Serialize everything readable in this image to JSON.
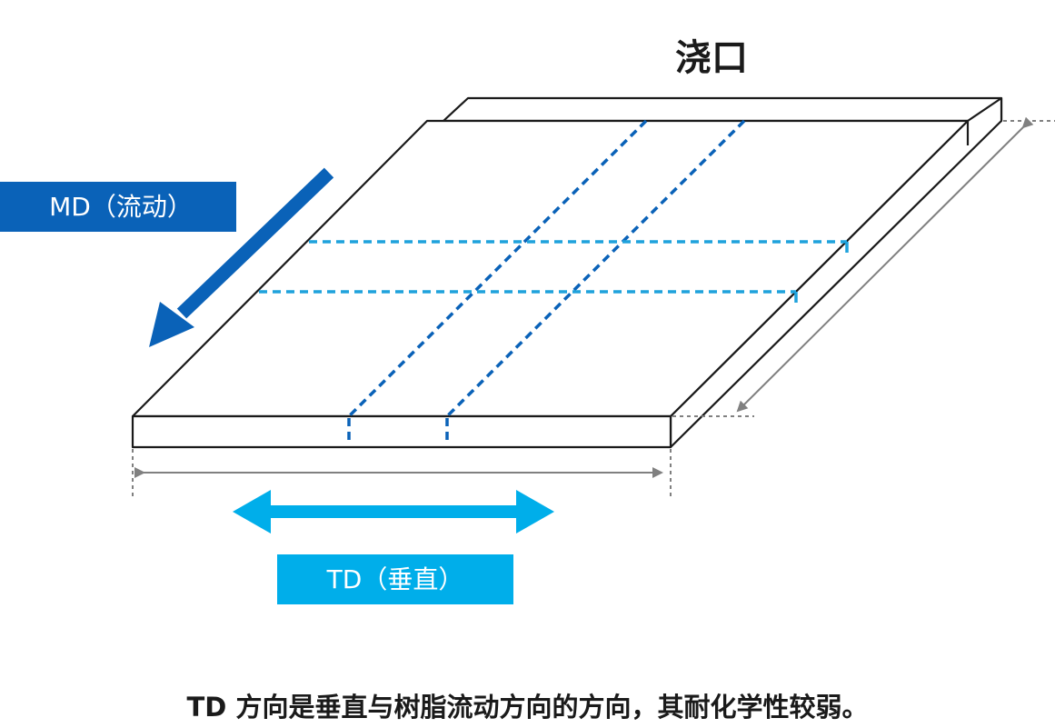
{
  "labels": {
    "gate": "浇口",
    "md": "MD（流动）",
    "td": "TD（垂直）"
  },
  "caption": "TD 方向是垂直与树脂流动方向的方向，其耐化学性较弱。",
  "colors": {
    "md_blue": "#0a62b8",
    "td_cyan": "#00aeea",
    "outline": "#1a1a1a",
    "dimension_gray": "#808080",
    "md_dash": "#0a62b8",
    "td_dash": "#1fa2dc"
  }
}
